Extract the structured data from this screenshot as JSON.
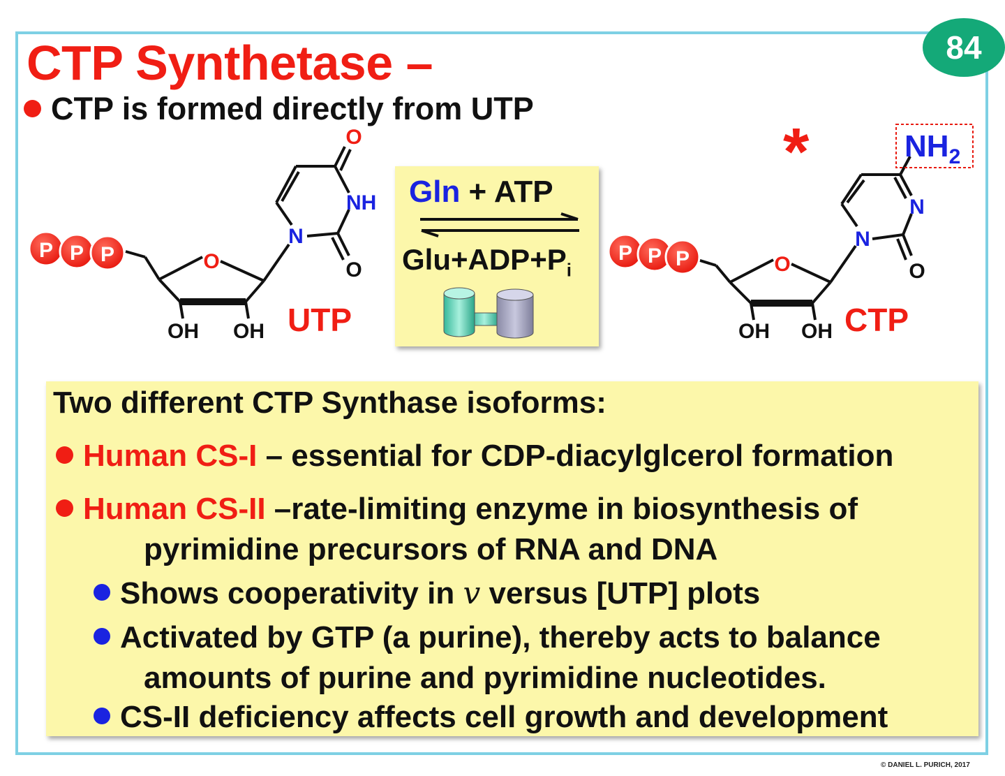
{
  "slide_number": "84",
  "title": "CTP Synthetase –",
  "subtitle": "CTP is formed directly from UTP",
  "utp": {
    "label": "UTP",
    "phosphate": "P",
    "ring_o": "O",
    "top_o": "O",
    "nh": "NH",
    "n": "N",
    "bottom_o": "O",
    "oh_left": "OH",
    "oh_right": "OH"
  },
  "ctp": {
    "label": "CTP",
    "phosphate": "P",
    "ring_o": "O",
    "nh2": "NH",
    "nh2_sub": "2",
    "n_top": "N",
    "n": "N",
    "bottom_o": "O",
    "oh_left": "OH",
    "oh_right": "OH",
    "asterisk": "*"
  },
  "reaction": {
    "forward_gln": "Gln",
    "forward_rest": " + ATP",
    "reverse": "Glu+ADP+P",
    "reverse_sub": "i"
  },
  "info": {
    "heading": "Two different CTP Synthase isoforms:",
    "cs1_label": "Human CS-I",
    "cs1_text": "  – essential for CDP-diacylglcerol formation",
    "cs2_label": "Human CS-II",
    "cs2_text": " –rate-limiting enzyme in biosynthesis of",
    "cs2_text_cont": "pyrimidine precursors of RNA and DNA",
    "bullet1_pre": "Shows cooperativity in ",
    "bullet1_v": "v",
    "bullet1_post": " versus [UTP] plots",
    "bullet2": "Activated by GTP (a purine), thereby acts to balance",
    "bullet2_cont": "amounts of purine and pyrimidine nucleotides.",
    "bullet3": "CS-II deficiency affects cell growth and development"
  },
  "copyright": "© DANIEL L. PURICH, 2017",
  "colors": {
    "title_red": "#f01e14",
    "accent_blue": "#1a23e0",
    "badge_green": "#14a978",
    "frame_cyan": "#7ed0e4",
    "box_yellow": "#fcf7aa"
  }
}
